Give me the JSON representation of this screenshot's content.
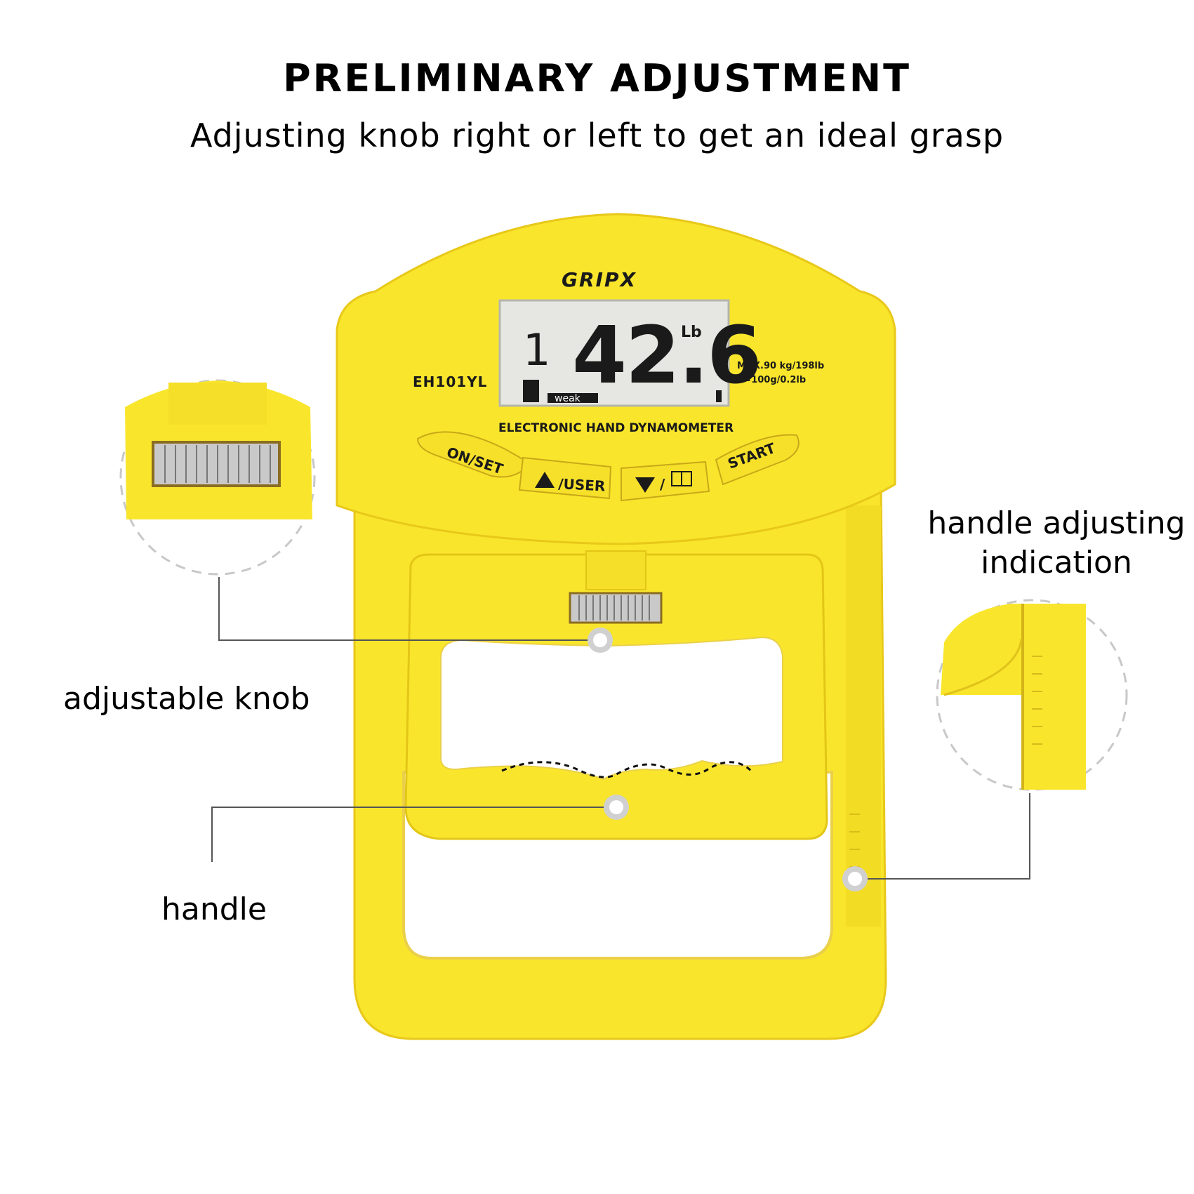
{
  "header": {
    "title": "PRELIMINARY ADJUSTMENT",
    "subtitle": "Adjusting knob right or left to get an ideal grasp"
  },
  "device": {
    "brand": "GRIPX",
    "model": "EH101YL",
    "name": "ELECTRONIC HAND DYNAMOMETER",
    "display": {
      "user_number": "1",
      "reading": "42.6",
      "unit": "Lb",
      "strength_label": "weak"
    },
    "spec_max": "MAX.90 kg/198lb",
    "spec_division": "d=100g/0.2lb",
    "buttons": {
      "on_set": "ON/SET",
      "up_user": "/USER",
      "start": "START"
    }
  },
  "callouts": {
    "adjustable_knob": "adjustable knob",
    "handle": "handle",
    "handle_adjusting_line1": "handle adjusting",
    "handle_adjusting_line2": "indication"
  },
  "colors": {
    "body_yellow": "#f9e62c",
    "body_shadow": "#e8c81a",
    "lcd": "#e6e6e2",
    "callout_line": "#555555",
    "dashed_circle": "#c8c8c8"
  }
}
